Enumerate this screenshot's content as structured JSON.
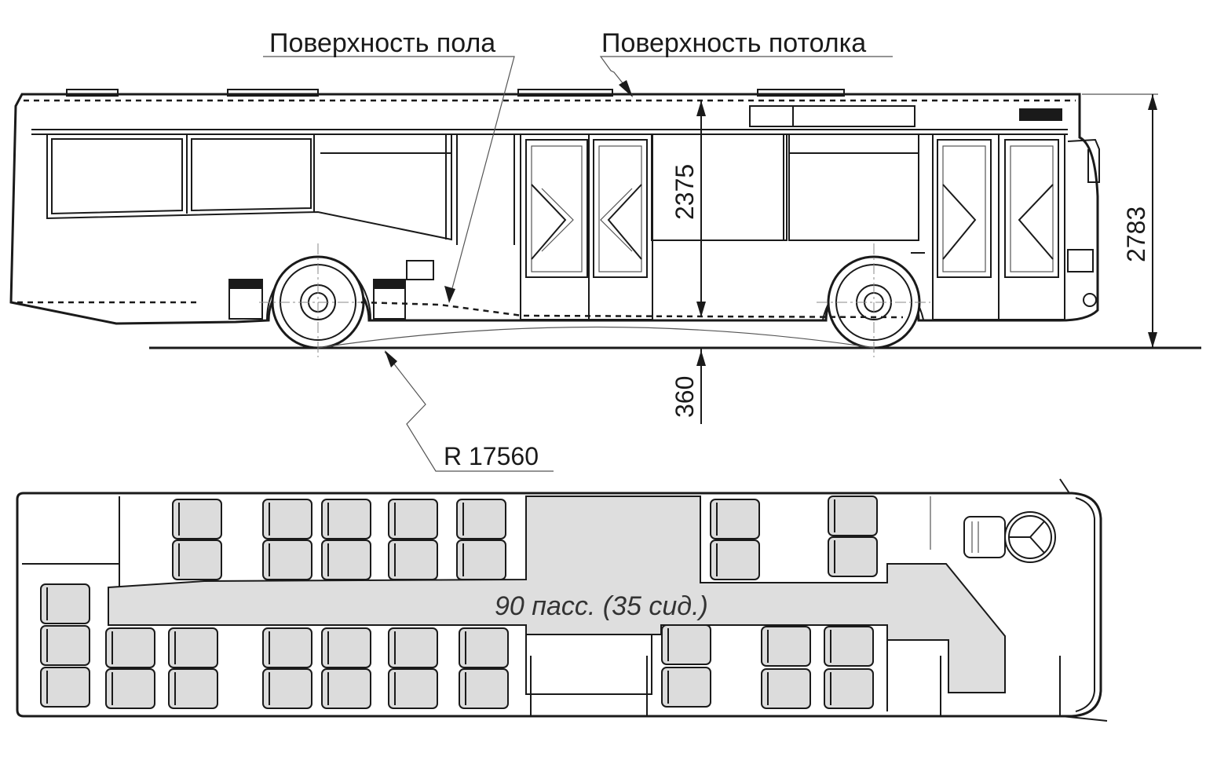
{
  "side_view": {
    "label_floor": "Поверхность пола",
    "label_ceiling": "Поверхность потолка",
    "dim_interior_height": "2375",
    "dim_total_height": "2783",
    "dim_floor_height": "360",
    "dim_radius": "R 17560"
  },
  "plan_view": {
    "capacity": "90 пасс. (35 сид.)"
  }
}
